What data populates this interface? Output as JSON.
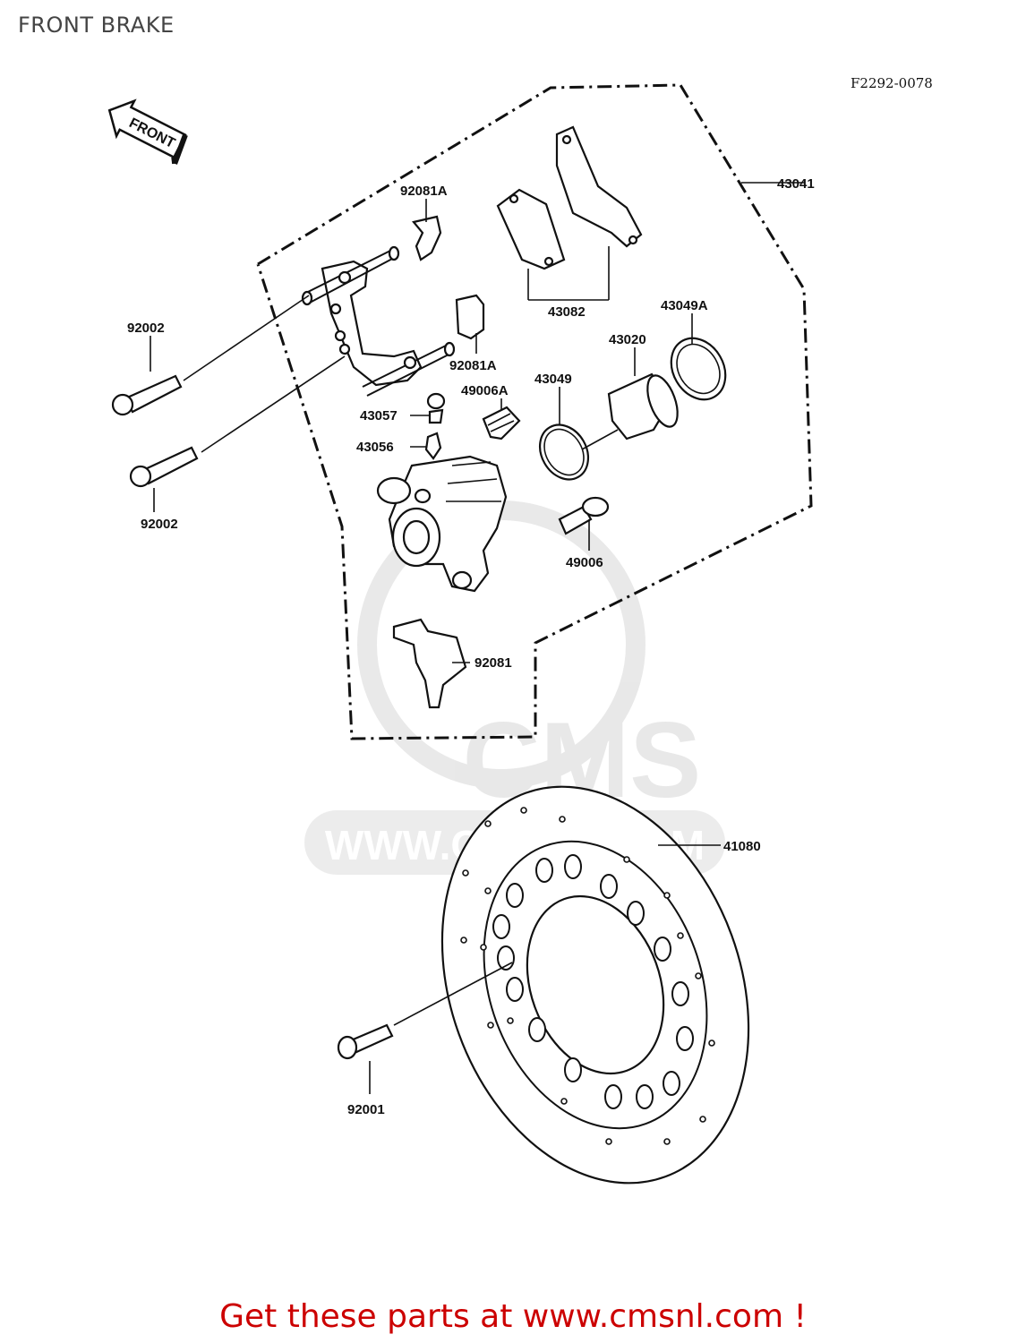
{
  "header": {
    "title": "FRONT BRAKE",
    "figure_code": "F2292-0078"
  },
  "front_arrow": {
    "text": "FRONT"
  },
  "watermark": {
    "brand": "CMS",
    "url": "WWW.CMSNL.COM"
  },
  "parts": {
    "p43041": "43041",
    "p92081A_top": "92081A",
    "p43082": "43082",
    "p43049A": "43049A",
    "p43020": "43020",
    "p92002_top": "92002",
    "p92081A_mid": "92081A",
    "p49006A": "49006A",
    "p43049": "43049",
    "p43057": "43057",
    "p43056": "43056",
    "p92002_bottom": "92002",
    "p49006": "49006",
    "p92081": "92081",
    "p41080": "41080",
    "p92001": "92001"
  },
  "footer": {
    "text": "Get these parts at www.cmsnl.com !"
  }
}
